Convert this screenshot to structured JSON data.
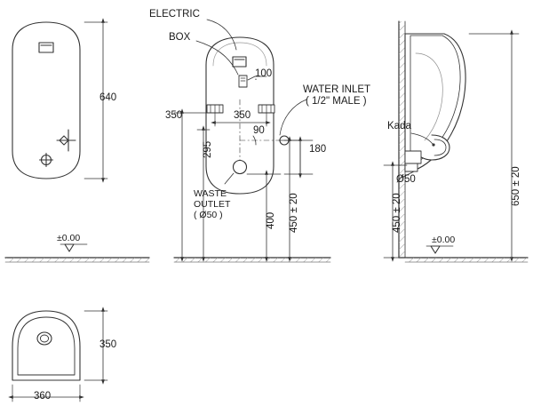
{
  "drawing": {
    "title": "Urinal installation drawing",
    "line_color": "#333333",
    "fill_color": "#ffffff",
    "hatch_color": "#8d8d8d",
    "views": {
      "front": {
        "name": "front-view",
        "height_label": "640"
      },
      "section": {
        "name": "section-view"
      },
      "side": {
        "name": "side-view"
      },
      "plan": {
        "name": "plan-view"
      }
    },
    "labels": {
      "electric": "ELECTRIC",
      "box": "BOX",
      "water_inlet_line1": "WATER INLET",
      "water_inlet_line2": "( 1/2\" MALE )",
      "waste_outlet_line1": "WASTE",
      "waste_outlet_line2": "OUTLET",
      "waste_outlet_line3": "( Ø50 )",
      "kada": "Kada",
      "dim_640": "640",
      "dim_100": "100",
      "dim_350_upper": "350",
      "dim_90": "90",
      "dim_180": "180",
      "dim_350_left": "350",
      "dim_295": "295",
      "dim_400": "400",
      "dim_450_20_center": "450 ± 20",
      "dim_450_20_side": "450 ± 20",
      "dim_650_20": "650 ± 20",
      "dim_o50": "Ø50",
      "datum_left": "±0.00",
      "datum_right": "±0.00",
      "plan_width": "360",
      "plan_depth": "350"
    }
  }
}
